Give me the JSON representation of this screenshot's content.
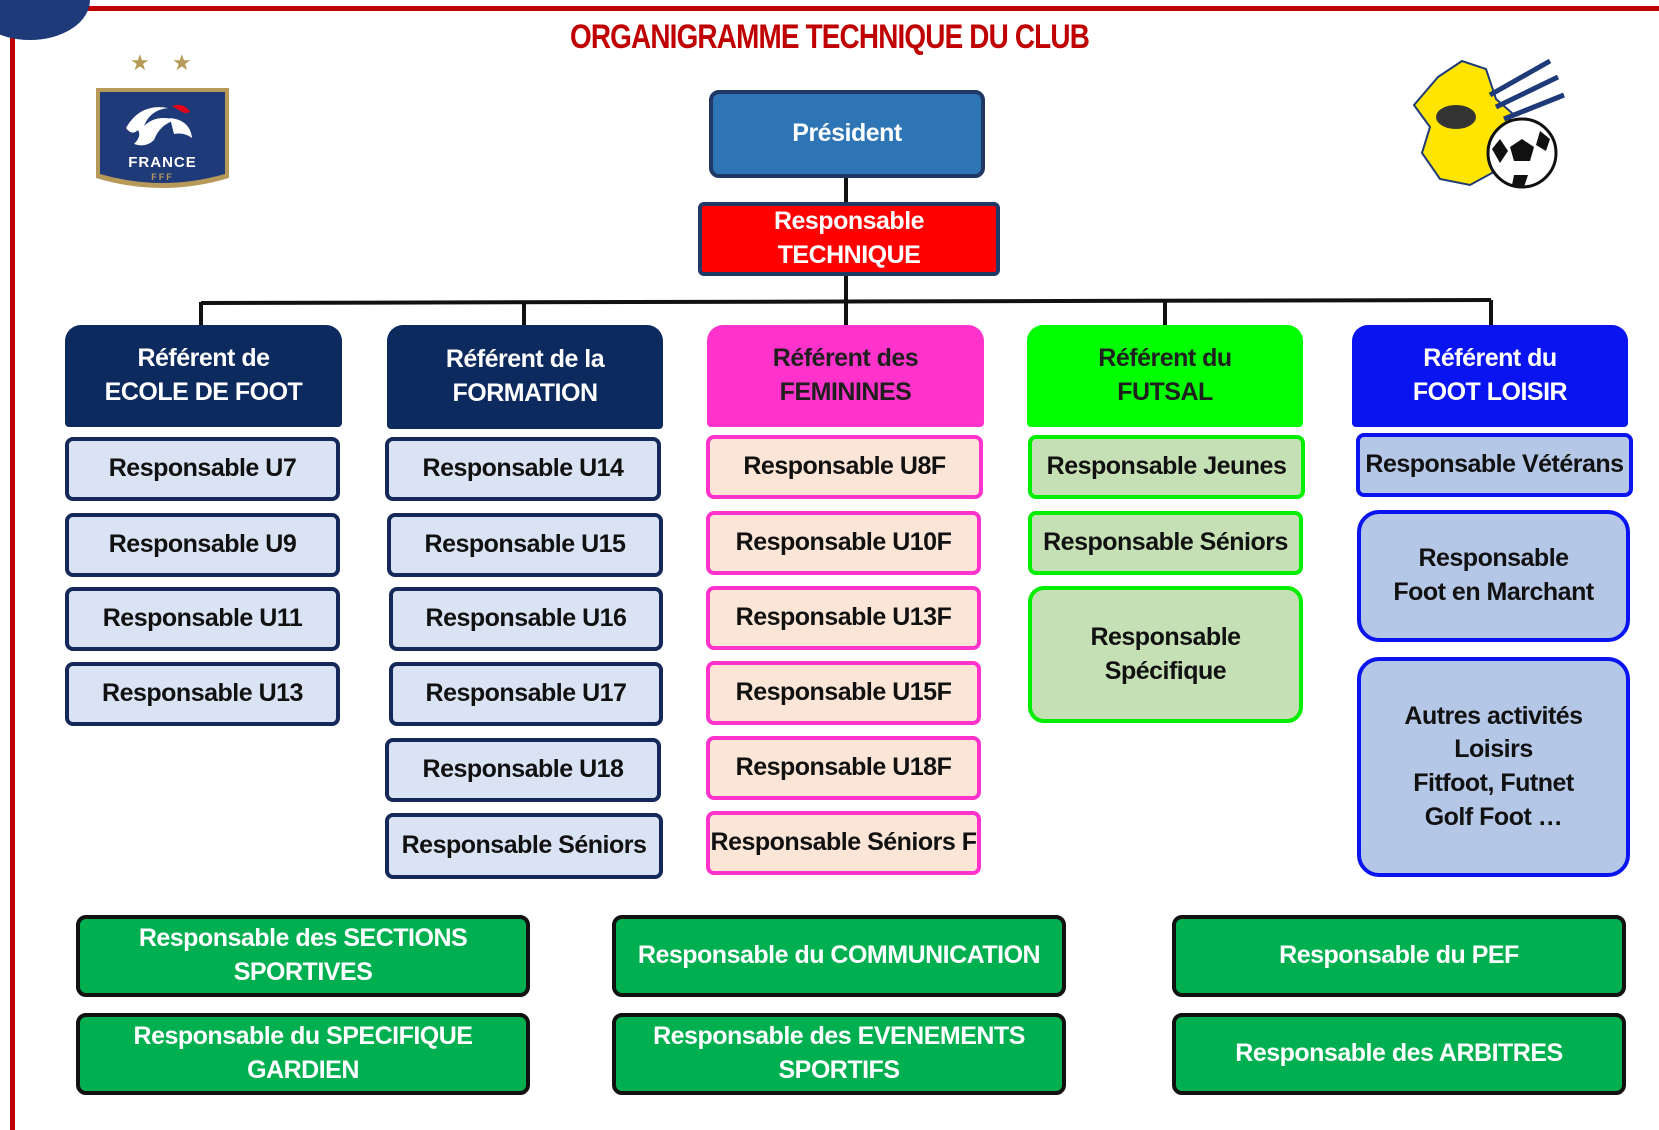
{
  "title": "ORGANIGRAMME TECHNIQUE DU CLUB",
  "logos": {
    "left": {
      "text": "FRANCE",
      "sub": "FFF",
      "icon": "fff-rooster-logo"
    },
    "right": {
      "icon": "regional-league-logo"
    }
  },
  "colors": {
    "title": "#c00000",
    "president": "#2e75b6",
    "technique": "#ff0000",
    "navy": "#0c2a5e",
    "pink": "#ff33cc",
    "green": "#00ff00",
    "blue": "#0a14f0",
    "bottom": "#00b050"
  },
  "president": "Président",
  "technique": "Responsable TECHNIQUE",
  "columns": [
    {
      "header": "Référent de\nECOLE DE FOOT",
      "items": [
        "Responsable U7",
        "Responsable U9",
        "Responsable U11",
        "Responsable U13"
      ]
    },
    {
      "header": "Référent de la\nFORMATION",
      "items": [
        "Responsable U14",
        "Responsable U15",
        "Responsable U16",
        "Responsable U17",
        "Responsable U18",
        "Responsable Séniors"
      ]
    },
    {
      "header": "Référent des\nFEMININES",
      "items": [
        "Responsable U8F",
        "Responsable U10F",
        "Responsable U13F",
        "Responsable U15F",
        "Responsable U18F",
        "Responsable Séniors F"
      ]
    },
    {
      "header": "Référent du\nFUTSAL",
      "items": [
        "Responsable Jeunes",
        "Responsable Séniors",
        "Responsable\nSpécifique"
      ]
    },
    {
      "header": "Référent du\nFOOT LOISIR",
      "items": [
        "Responsable Vétérans",
        "Responsable\nFoot en Marchant",
        "Autres activités\nLoisirs\nFitfoot, Futnet\nGolf Foot …"
      ]
    }
  ],
  "bottom": [
    "Responsable des SECTIONS SPORTIVES",
    "Responsable du COMMUNICATION",
    "Responsable du PEF",
    "Responsable du SPECIFIQUE GARDIEN",
    "Responsable des EVENEMENTS SPORTIFS",
    "Responsable des ARBITRES"
  ]
}
